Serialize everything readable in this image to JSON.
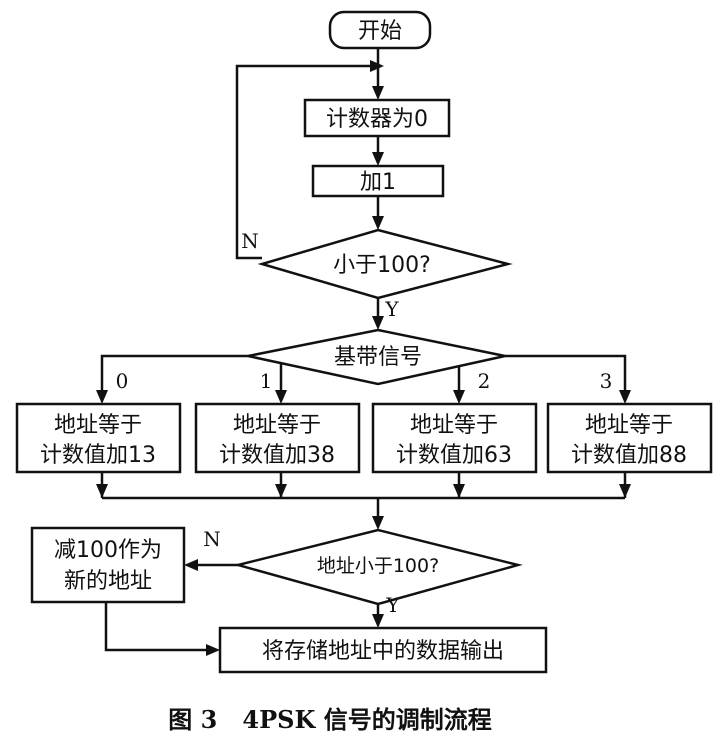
{
  "start": "开始",
  "reset_counter": "计数器为0",
  "increment": "加1",
  "less_than_100": "小于100?",
  "branch_no": "N",
  "branch_yes": "Y",
  "baseband": "基带信号",
  "cases": [
    {
      "value": "0",
      "line1": "地址等于",
      "line2": "计数值加13"
    },
    {
      "value": "1",
      "line1": "地址等于",
      "line2": "计数值加38"
    },
    {
      "value": "2",
      "line1": "地址等于",
      "line2": "计数值加63"
    },
    {
      "value": "3",
      "line1": "地址等于",
      "line2": "计数值加88"
    }
  ],
  "address_less_than_100": "地址小于100?",
  "subtract_line1": "减100作为",
  "subtract_line2": "新的地址",
  "output": "将存储地址中的数据输出",
  "caption": "图 3   4PSK 信号的调制流程"
}
